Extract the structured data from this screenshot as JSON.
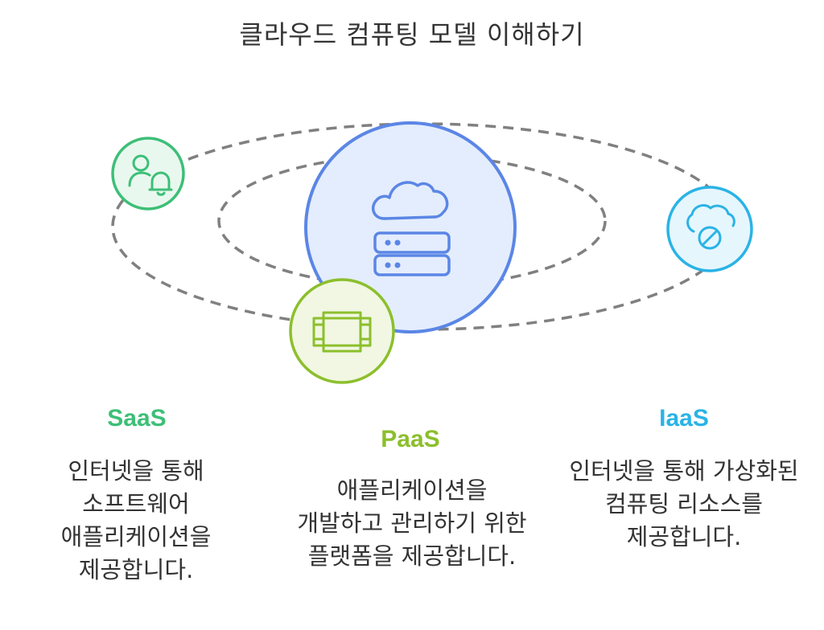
{
  "title": "클라우드 컴퓨팅 모델 이해하기",
  "models": [
    {
      "name": "SaaS",
      "description": "인터넷을 통해 소프트웨어 애플리케이션을 제공합니다.",
      "icon": "user-bell-icon",
      "color": "#3dbf77",
      "fill": "#e9f8ef"
    },
    {
      "name": "PaaS",
      "description": "애플리케이션을 개발하고 관리하기 위한 플랫폼을 제공합니다.",
      "icon": "platform-frame-icon",
      "color": "#8cbf2c",
      "fill": "#f1f7e2"
    },
    {
      "name": "IaaS",
      "description": "인터넷을 통해 가상화된 컴퓨팅 리소스를 제공합니다.",
      "icon": "cloud-slash-icon",
      "color": "#2ab3e6",
      "fill": "#e6f6fd"
    }
  ],
  "center": {
    "icon": "cloud-server-icon",
    "color": "#5b86e5",
    "fill": "#e4edfd"
  }
}
